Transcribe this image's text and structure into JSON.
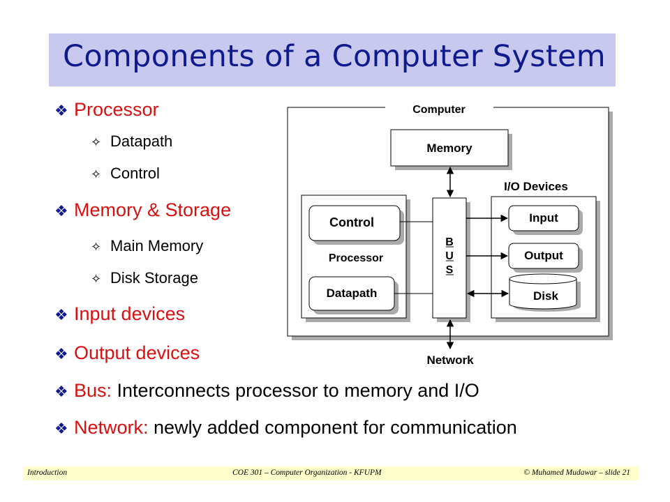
{
  "slide": {
    "title": "Components of a Computer System",
    "bullets": [
      {
        "label": "Processor",
        "rest": ""
      },
      {
        "label": "Memory & Storage",
        "rest": ""
      },
      {
        "label": "Input devices",
        "rest": ""
      },
      {
        "label": "Output devices",
        "rest": ""
      },
      {
        "label": "Bus:",
        "rest": " Interconnects processor to memory and I/O"
      },
      {
        "label": "Network:",
        "rest": " newly added component for communication"
      }
    ],
    "sub_bullets": {
      "processor": [
        "Datapath",
        "Control"
      ],
      "memory": [
        "Main Memory",
        "Disk Storage"
      ]
    }
  },
  "diagram": {
    "computer": "Computer",
    "memory": "Memory",
    "io_devices": "I/O Devices",
    "control": "Control",
    "processor": "Processor",
    "datapath": "Datapath",
    "bus_letters": [
      "B",
      "U",
      "S"
    ],
    "input": "Input",
    "output": "Output",
    "disk": "Disk",
    "network": "Network"
  },
  "footer": {
    "left": "Introduction",
    "center": "COE 301 – Computer Organization - KFUPM",
    "right": "© Muhamed Mudawar – slide 21"
  }
}
